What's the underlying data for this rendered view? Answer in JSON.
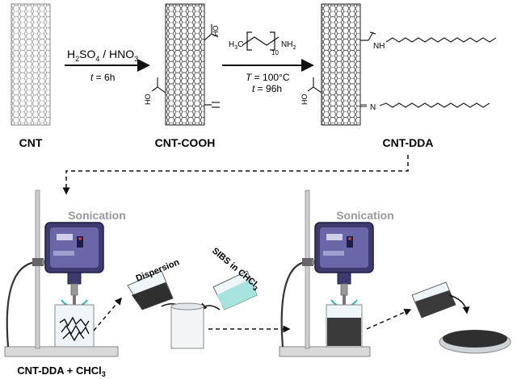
{
  "labels": {
    "cnt": "CNT",
    "cnt_cooh": "CNT-COOH",
    "cnt_dda": "CNT-DDA",
    "sonication_left": "Sonication",
    "sonication_right": "Sonication",
    "dispersion": "Dispersion",
    "sibs": "SIBS in CHCl",
    "sibs_sub": "3",
    "bottom_left": "CNT-DDA + CHCl",
    "bottom_left_sub": "3"
  },
  "step1": {
    "reagent_a": "H",
    "reagent_a_sub": "2",
    "reagent_b": "SO",
    "reagent_b_sub": "4",
    "reagent_c": " / HNO",
    "reagent_c_sub": "3",
    "time_var": "t",
    "time_val": " = 6h"
  },
  "step2": {
    "reagent_h": "H",
    "reagent_h_sub": "3",
    "reagent_c": "C",
    "reagent_n": "10",
    "reagent_nh": "NH",
    "reagent_nh_sub": "2",
    "temp_var": "T",
    "temp_val": " = 100°C",
    "time_var": "t",
    "time_val": " = 96h"
  },
  "groups": {
    "cooh_top": "HO",
    "cooh_left": "HO",
    "dda_left": "HO",
    "nh": "NH",
    "n": "N"
  },
  "colors": {
    "device": "#3d3a6e",
    "device_dark": "#1f1c45",
    "device_accent": "#6a67a8",
    "wave": "#2bb8b0",
    "liquid_teal": "#a7e3df",
    "liquid_dark": "#2f2f2f",
    "sonication_text": "#9a9a9a"
  }
}
